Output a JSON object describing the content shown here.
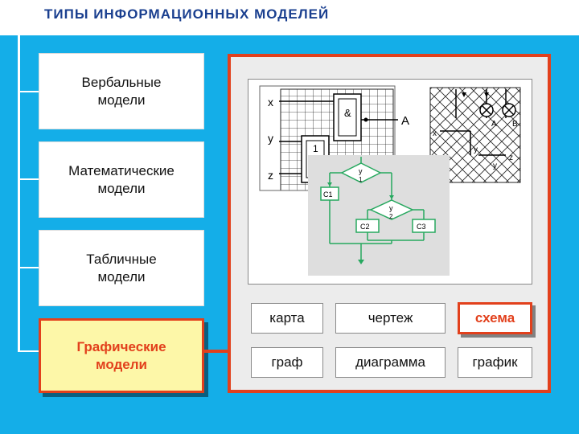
{
  "title": "ТИПЫ ИНФОРМАЦИОННЫХ МОДЕЛЕЙ",
  "models": [
    {
      "label": "Вербальные\nмодели"
    },
    {
      "label": "Математические\nмодели"
    },
    {
      "label": "Табличные\nмодели"
    },
    {
      "label": "Графические\nмодели"
    }
  ],
  "active_model": "Графические модели",
  "types": [
    {
      "label": "карта"
    },
    {
      "label": "чертеж"
    },
    {
      "label": "схема"
    },
    {
      "label": "граф"
    },
    {
      "label": "диаграмма"
    },
    {
      "label": "график"
    }
  ],
  "active_type": "схема",
  "illustration": {
    "logic_labels": [
      "x",
      "y",
      "z",
      "&",
      "1",
      "A"
    ],
    "circuit_labels": [
      "x",
      "y",
      "z",
      "y",
      "A",
      "B"
    ],
    "flowchart_labels": [
      "y",
      "1",
      "y",
      "2",
      "C1",
      "C2",
      "C3"
    ]
  },
  "colors": {
    "accent": "#e2401c",
    "background": "#14aee8",
    "title": "#1a3f8f",
    "flow": "#27a85f",
    "active_fill": "#fdf7a8"
  }
}
